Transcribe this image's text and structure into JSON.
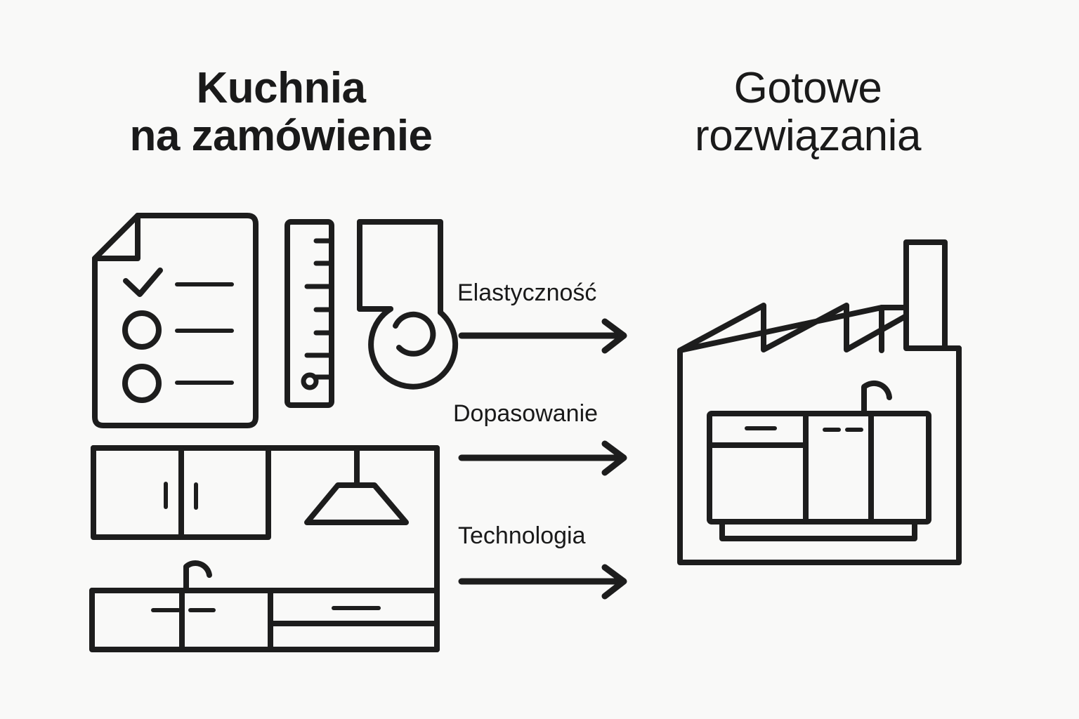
{
  "page": {
    "background_color": "#f9f9f8",
    "ink_color": "#1d1d1d",
    "text_color": "#1a1a1a"
  },
  "headings": {
    "left": "Kuchnia\nna zamówienie",
    "right": "Gotowe\nrozwiązania"
  },
  "arrows": [
    {
      "label": "Elastyczność"
    },
    {
      "label": "Dopasowanie"
    },
    {
      "label": "Technologia"
    }
  ],
  "illustrations": {
    "left": {
      "name": "custom-kitchen-illustration",
      "parts": [
        "checklist-document-icon",
        "ruler-icon",
        "paint-roller-swatch-icon",
        "upper-cabinets-icon",
        "pendant-hood-lamp-icon",
        "lower-cabinets-with-faucet-icon"
      ]
    },
    "right": {
      "name": "factory-kitchen-illustration",
      "parts": [
        "factory-building-icon",
        "sawtooth-roof-icon",
        "chimney-icon",
        "kitchen-cabinet-unit-icon",
        "faucet-icon"
      ]
    }
  }
}
